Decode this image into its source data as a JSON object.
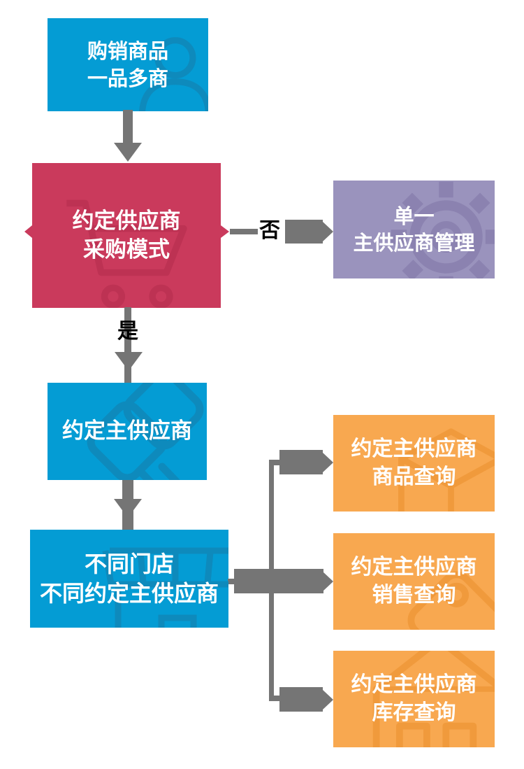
{
  "flowchart": {
    "nodes": [
      {
        "id": "goods",
        "label_lines": [
          "购销商品",
          "一品多商"
        ],
        "color": "#049cd4",
        "watermark": "person-icon"
      },
      {
        "id": "purchase-mode",
        "label_lines": [
          "约定供应商",
          "采购模式"
        ],
        "color": "#ca3a5c",
        "watermark": "cart-icon"
      },
      {
        "id": "single-main",
        "label_lines": [
          "单一",
          "主供应商管理"
        ],
        "color": "#9a93bd",
        "watermark": "gear-icon"
      },
      {
        "id": "agreed-main",
        "label_lines": [
          "约定主供应商"
        ],
        "color": "#049cd4",
        "watermark": "handshake-icon"
      },
      {
        "id": "diff-store",
        "label_lines": [
          "不同门店",
          "不同约定主供应商"
        ],
        "color": "#049cd4",
        "watermark": "store-icon"
      },
      {
        "id": "goods-query",
        "label_lines": [
          "约定主供应商",
          "商品查询"
        ],
        "color": "#f8a850",
        "watermark": "package-icon"
      },
      {
        "id": "sales-query",
        "label_lines": [
          "约定主供应商",
          "销售查询"
        ],
        "color": "#f8a850",
        "watermark": "tag-icon"
      },
      {
        "id": "stock-query",
        "label_lines": [
          "约定主供应商",
          "库存查询"
        ],
        "color": "#f8a850",
        "watermark": "warehouse-icon"
      }
    ],
    "edge_labels": {
      "no": "否",
      "yes": "是"
    },
    "colors": {
      "node_text": "#ffffff",
      "edge_label_text": "#000000",
      "arrow": "#757575",
      "blue": "#049cd4",
      "red": "#ca3a5c",
      "purple": "#9a93bd",
      "orange": "#f8a850"
    }
  }
}
